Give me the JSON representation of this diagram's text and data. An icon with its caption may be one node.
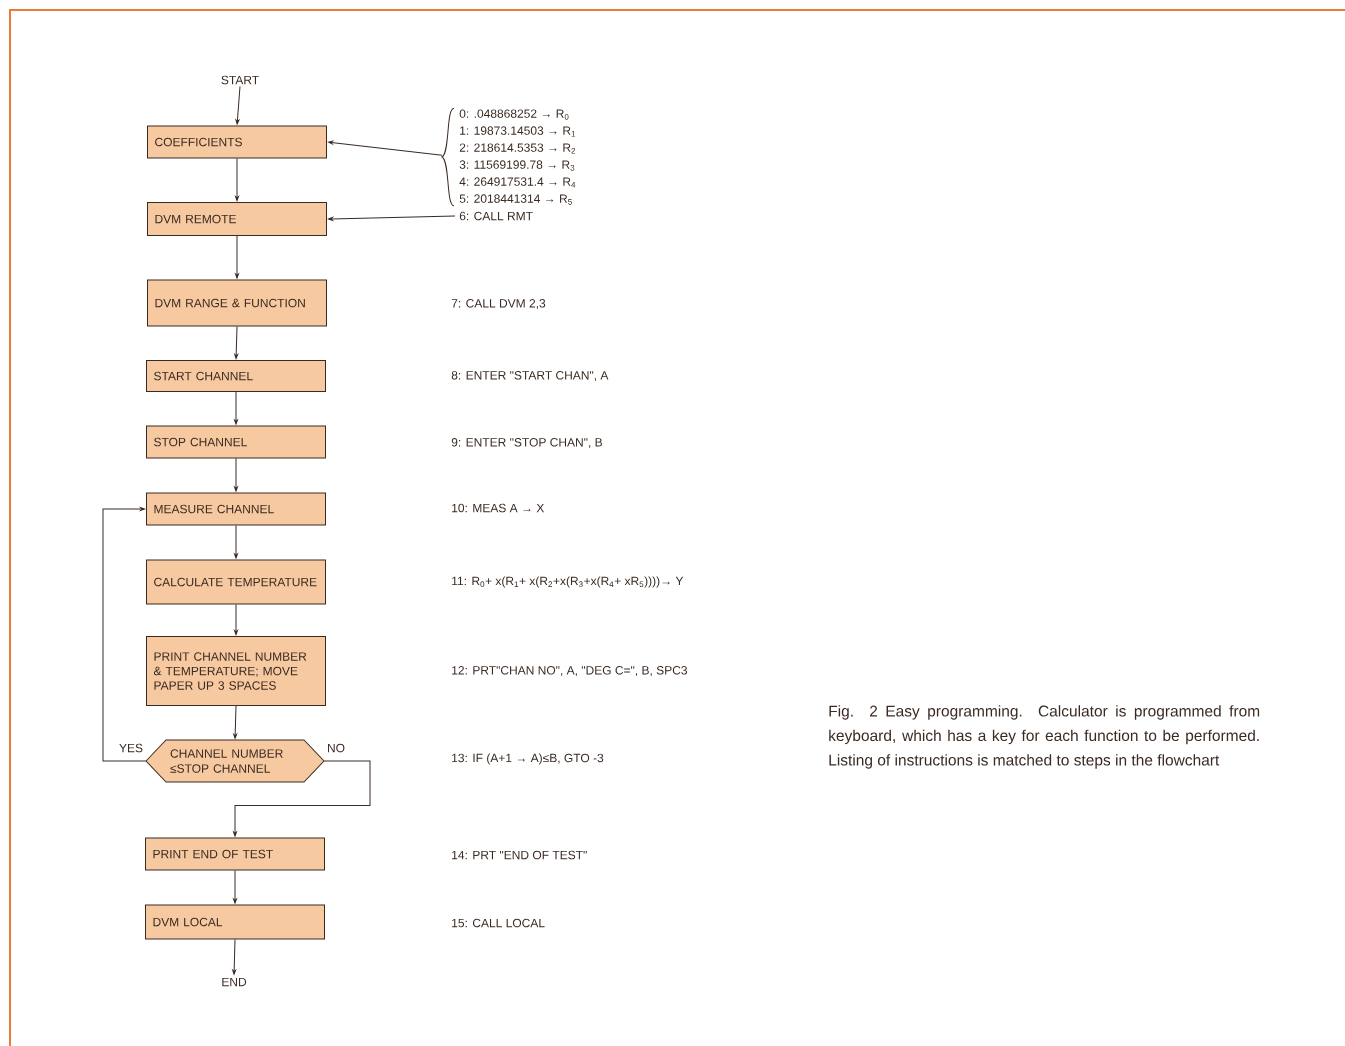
{
  "diagram": {
    "caption": "Fig. 2  Easy programming. Calculator is programmed from keyboard, which has a key for each function to be performed. Listing of instructions is matched to steps in the flowchart",
    "nodes": [
      {
        "text": [
          "START"
        ]
      },
      {
        "text": [
          "COEFFICIENTS"
        ]
      },
      {
        "text": [
          "DVM REMOTE"
        ]
      },
      {
        "text": [
          "DVM RANGE & FUNCTION"
        ]
      },
      {
        "text": [
          "START CHANNEL"
        ]
      },
      {
        "text": [
          "STOP CHANNEL"
        ]
      },
      {
        "text": [
          "MEASURE CHANNEL"
        ]
      },
      {
        "text": [
          "CALCULATE TEMPERATURE"
        ]
      },
      {
        "text": [
          "PRINT CHANNEL NUMBER & TEMPERATURE; MOVE PAPER UP 3 SPACES"
        ]
      },
      {
        "text": [
          "CHANNEL NUMBER ≤STOP CHANNEL"
        ]
      },
      {
        "text": [
          "PRINT END OF TEST"
        ]
      },
      {
        "text": [
          "DVM LOCAL"
        ]
      },
      {
        "text": [
          "END"
        ]
      },
      {
        "text": [
          "0: .048868252 → R$_{0}$",
          "1: 19873.14503 → R$_{1}$",
          "2: 218614.5353 → R$_{2}$",
          "3: 11569199.78 → R$_{3}$",
          "4: 264917531.4 → R$_{4}$",
          "5: 2018441314 → R$_{5}$"
        ]
      },
      {
        "text": [
          "6: CALL RMT"
        ]
      }
    ],
    "edges": [
      {
        "from": 0,
        "to": 1,
        "arrow": "to"
      },
      {
        "from": 1,
        "to": 2,
        "arrow": "to"
      },
      {
        "from": 2,
        "to": 3,
        "arrow": "to"
      },
      {
        "from": 3,
        "to": 4,
        "arrow": "to"
      },
      {
        "from": 4,
        "to": 5,
        "arrow": "to"
      },
      {
        "from": 5,
        "to": 6,
        "arrow": "to"
      },
      {
        "from": 6,
        "to": 7,
        "arrow": "to"
      },
      {
        "from": 7,
        "to": 8,
        "arrow": "to"
      },
      {
        "from": 8,
        "to": 9,
        "arrow": "to"
      },
      {
        "from": 9,
        "to": 6,
        "arrow": "to",
        "label": "YES"
      },
      {
        "from": 9,
        "to": 10,
        "arrow": "to",
        "label": "NO"
      },
      {
        "from": 10,
        "to": 11,
        "arrow": "to"
      },
      {
        "from": 11,
        "to": 12,
        "arrow": "to"
      },
      {
        "from": 13,
        "to": 1,
        "arrow": "to"
      },
      {
        "from": 14,
        "to": 2,
        "arrow": "to"
      }
    ],
    "labels": [
      "7: CALL DVM 2,3",
      "8: ENTER \"START CHAN\", A",
      "9: ENTER \"STOP CHAN\", B",
      "10: MEAS A → X",
      "11: R$_{0}$+ x(R$_{1}$+ x(R$_{2}$+x(R$_{3}$+x(R$_{4}$+ xR$_{5}$))))→ Y",
      "12: PRT\"CHAN NO\", A, \"DEG C=\", B, SPC3",
      "13: IF (A+1 → A)≤B, GTO -3",
      "14: PRT \"END OF TEST\"",
      "15: CALL LOCAL"
    ]
  }
}
